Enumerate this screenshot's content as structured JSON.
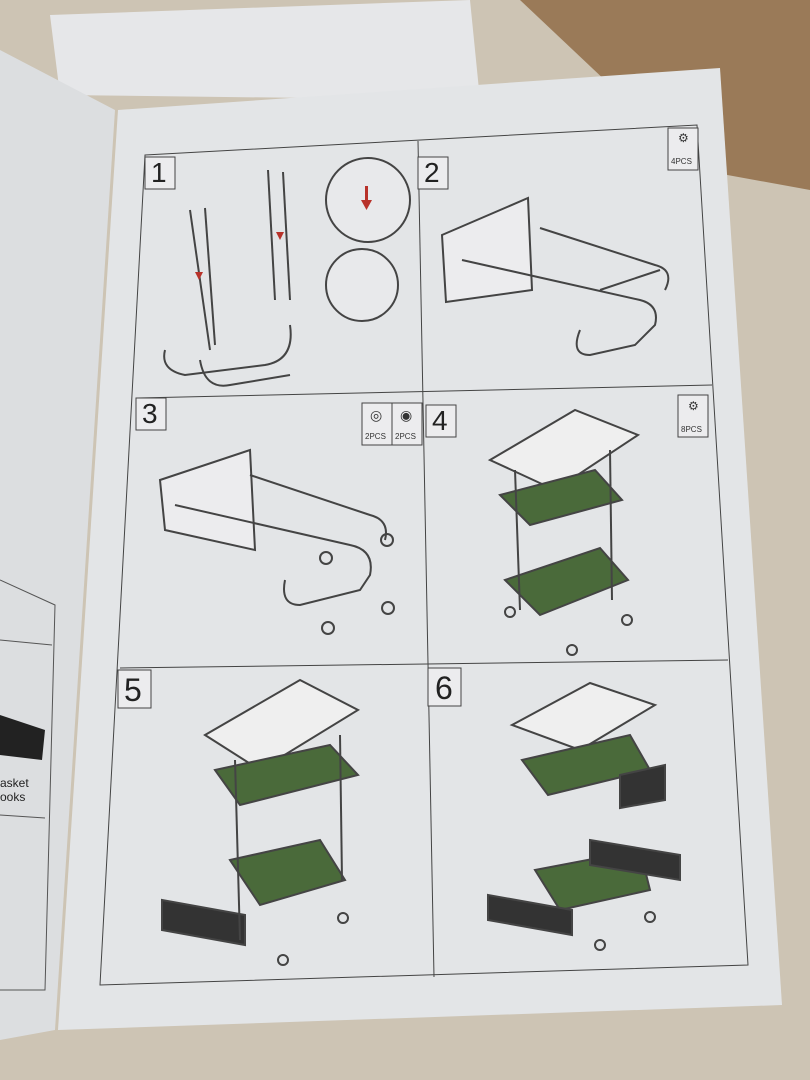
{
  "manual": {
    "steps": [
      {
        "number": "1"
      },
      {
        "number": "2",
        "parts": [
          {
            "icon": "screw-icon",
            "qty": "4PCS"
          }
        ]
      },
      {
        "number": "3",
        "parts": [
          {
            "icon": "caster-wheel-icon",
            "qty": "2PCS"
          },
          {
            "icon": "locking-caster-wheel-icon",
            "qty": "2PCS"
          }
        ]
      },
      {
        "number": "4",
        "parts": [
          {
            "icon": "screw-icon",
            "qty": "8PCS"
          }
        ]
      },
      {
        "number": "5"
      },
      {
        "number": "6"
      }
    ],
    "left_page": {
      "label_line1": "asket",
      "label_line2": "ooks"
    },
    "colors": {
      "arrow": "#b8322a",
      "mesh": "#4a6a3a",
      "paper": "#e4e6e8"
    }
  }
}
